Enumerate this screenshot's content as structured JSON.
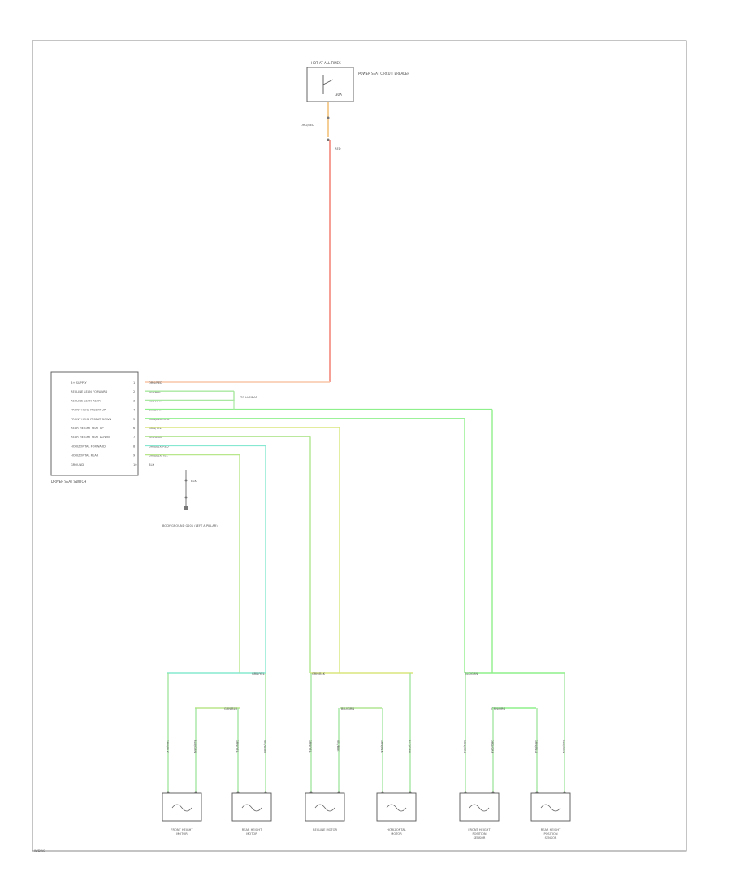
{
  "diagram": {
    "corner_label": "W/DIAG",
    "battery": {
      "title": "HOT AT ALL TIMES",
      "fuse_label": "POWER SEAT CIRCUIT BREAKER",
      "fuse_amp": "30A"
    },
    "wires": {
      "supply_top_code": "ORG/RED",
      "supply_code": "RED",
      "ground_code": "BLK",
      "ground_label": "BODY GROUND G201 (LEFT A-PILLAR)"
    },
    "switch": {
      "title": "DRIVER SEAT SWITCH",
      "pins": [
        {
          "num": "1",
          "label": "B+ SUPPLY",
          "wire": "ORG/RED"
        },
        {
          "num": "2",
          "label": "RECLINE LEAN FORWARD",
          "wire": "YEL/BLK"
        },
        {
          "num": "3",
          "label": "RECLINE LEAN REAR",
          "wire": "YEL/WHT"
        },
        {
          "num": "4",
          "label": "FRONT HEIGHT SEAT UP",
          "wire": "GRN/WHT"
        },
        {
          "num": "5",
          "label": "FRONT HEIGHT SEAT DOWN",
          "wire": "GRN/BLU/ORG"
        },
        {
          "num": "6",
          "label": "REAR HEIGHT SEAT UP",
          "wire": "GRN/YEL"
        },
        {
          "num": "7",
          "label": "REAR HEIGHT SEAT DOWN",
          "wire": "YEL/GRN"
        },
        {
          "num": "8",
          "label": "HORIZONTAL FORWARD",
          "wire": "GRN/BLK/RED"
        },
        {
          "num": "9",
          "label": "HORIZONTAL REAR",
          "wire": "GRN/BLK/YEL"
        },
        {
          "num": "10",
          "label": "GROUND",
          "wire": "BLK"
        }
      ],
      "side_label": "TO LUMBAR"
    },
    "harness_labels": [
      "GRN/YEL",
      "GRN/BLK",
      "BLK/GRN",
      "GRN/BLU",
      "BLU/GRN",
      "GRN/ORG"
    ],
    "motors": [
      {
        "name": "FRONT HEIGHT MOTOR",
        "left_wire": "GRN/BLK",
        "right_wire": "BLU/GRN"
      },
      {
        "name": "REAR HEIGHT MOTOR",
        "left_wire": "GRN/YEL",
        "right_wire": "YEL/GRN"
      },
      {
        "name": "RECLINE MOTOR",
        "left_wire": "GRN/YEL",
        "right_wire": "YEL/BLK"
      },
      {
        "name": "HORIZONTAL MOTOR",
        "left_wire": "GRN/BLK",
        "right_wire": "BLK/GRN"
      },
      {
        "name": "FRONT HEIGHT POSITION SENSOR",
        "left_wire": "GRN/ORG",
        "right_wire": "ORG/GRN"
      },
      {
        "name": "REAR HEIGHT POSITION SENSOR",
        "left_wire": "GRN/BLU",
        "right_wire": "BLU/GRN"
      }
    ]
  }
}
